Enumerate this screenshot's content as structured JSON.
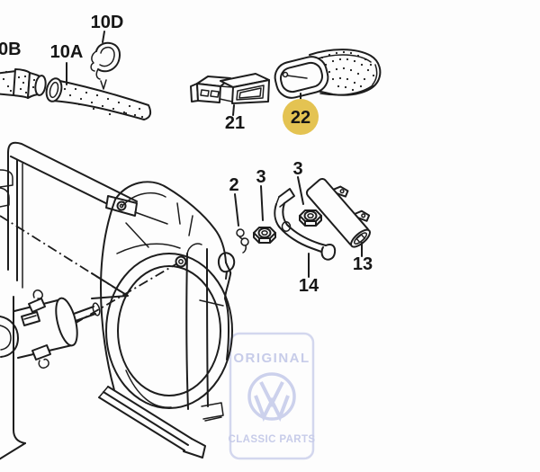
{
  "canvas": {
    "background": "#fdfdfd",
    "ink": "#1d1d1d"
  },
  "highlight": {
    "fill": "#e4c352",
    "label_color": "#39382c",
    "part": "22"
  },
  "parts": [
    {
      "id": "10B",
      "label": "0B"
    },
    {
      "id": "10A",
      "label": "10A"
    },
    {
      "id": "10D",
      "label": "10D"
    },
    {
      "id": "21",
      "label": "21"
    },
    {
      "id": "22",
      "label": "22",
      "highlighted": true
    },
    {
      "id": "2",
      "label": "2"
    },
    {
      "id": "3a",
      "label": "3"
    },
    {
      "id": "3b",
      "label": "3"
    },
    {
      "id": "13",
      "label": "13"
    },
    {
      "id": "14",
      "label": "14"
    }
  ],
  "watermark": {
    "top": "ORIGINAL",
    "bottom": "CLASSIC PARTS",
    "color": "#c7cce9"
  }
}
